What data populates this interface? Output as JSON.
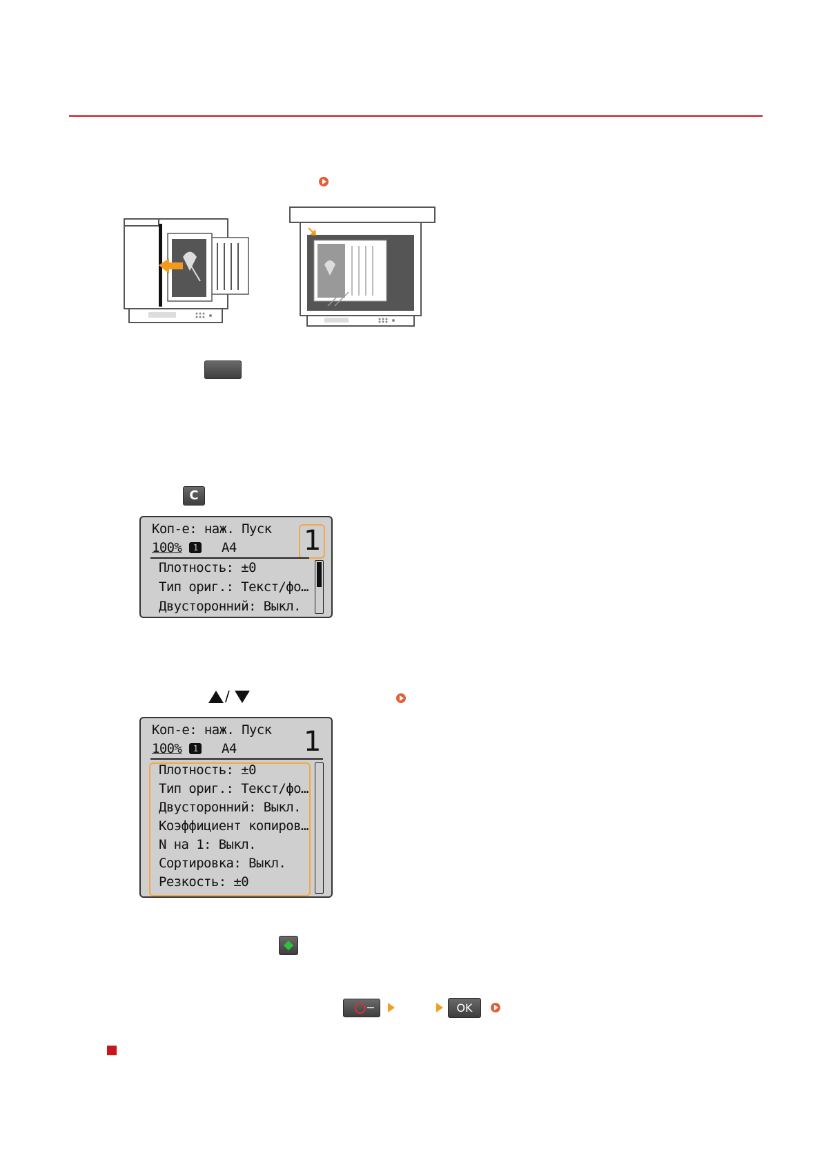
{
  "panel1": {
    "line1": "Коп-е: наж. Пуск",
    "zoom": "100%",
    "badge": "1",
    "paper": "A4",
    "count": "1",
    "items": [
      "Плотность: ±0",
      "Тип ориг.: Текст/фо…",
      "Двусторонний: Выкл."
    ]
  },
  "panel2": {
    "line1": "Коп-е: наж. Пуск",
    "zoom": "100%",
    "badge": "1",
    "paper": "A4",
    "count": "1",
    "items": [
      "Плотность: ±0",
      "Тип ориг.: Текст/фо…",
      "Двусторонний: Выкл.",
      "Коэффициент копиров…",
      "N на 1: Выкл.",
      "Сортировка: Выкл.",
      "Резкость: ±0"
    ]
  },
  "keys": {
    "clear": "C",
    "ok": "OK"
  },
  "colors": {
    "accent": "#c8161d",
    "link": "#e0603a",
    "highlight": "#f0a84a",
    "start": "#2fbf3a"
  }
}
